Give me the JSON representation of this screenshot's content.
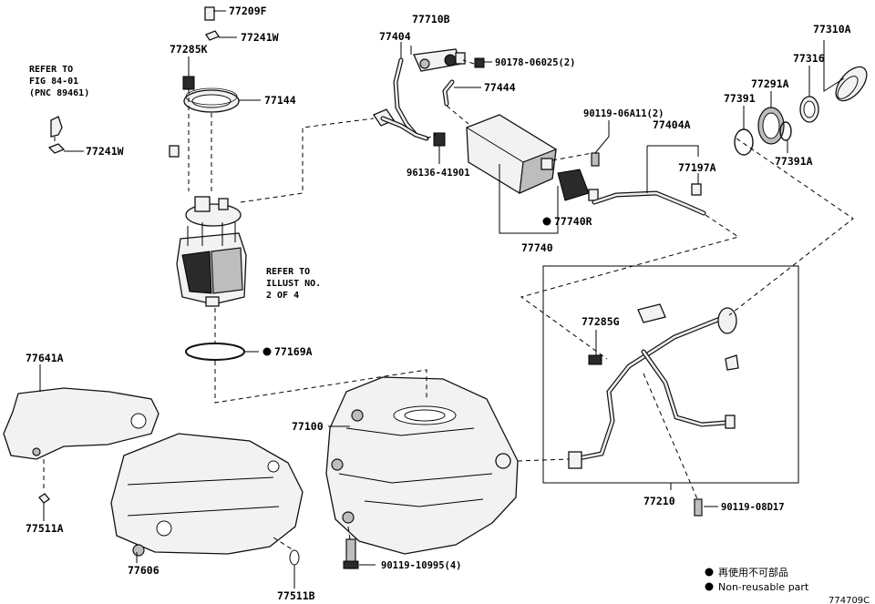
{
  "labels": {
    "p77209F": "77209F",
    "p77241W_a": "77241W",
    "p77285K": "77285K",
    "p77144": "77144",
    "p77241W_b": "77241W",
    "p77710B": "77710B",
    "p77404": "77404",
    "p90178": "90178-06025(2)",
    "p77444": "77444",
    "p96136": "96136-41901",
    "p90119_06A11": "90119-06A11(2)",
    "p77404A": "77404A",
    "p77197A": "77197A",
    "p77740R": "77740R",
    "p77740": "77740",
    "p77310A": "77310A",
    "p77316": "77316",
    "p77291A": "77291A",
    "p77391": "77391",
    "p77391A": "77391A",
    "p77169A": "77169A",
    "p77285G": "77285G",
    "p77641A": "77641A",
    "p77100": "77100",
    "p77210": "77210",
    "p90119_08D17": "90119-08D17",
    "p77511A": "77511A",
    "p77606": "77606",
    "p77511B": "77511B",
    "p90119_10995": "90119-10995(4)"
  },
  "notes": {
    "refer_fig_1": "REFER TO",
    "refer_fig_2": "FIG 84-01",
    "refer_fig_3": "(PNC 89461)",
    "refer_illust_1": "REFER TO",
    "refer_illust_2": "ILLUST NO.",
    "refer_illust_3": "2 OF 4"
  },
  "legend": {
    "japanese": "再使用不可部品",
    "english": "Non-reusable part"
  },
  "figure_code": "774709C"
}
